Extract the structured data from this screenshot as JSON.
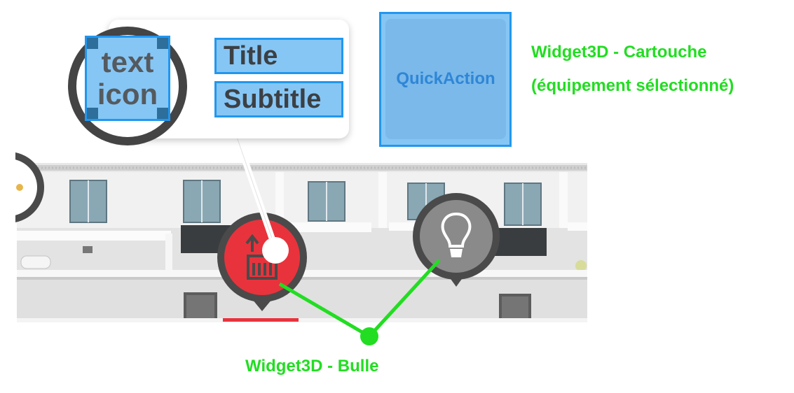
{
  "cartouche": {
    "icon_line1": "text",
    "icon_line2": "icon",
    "title": "Title",
    "subtitle": "Subtitle"
  },
  "quick_action": {
    "label": "QuickAction"
  },
  "labels": {
    "cartouche_line1": "Widget3D - Cartouche",
    "cartouche_line2": "(équipement sélectionné)",
    "bulle": "Widget3D - Bulle"
  },
  "colors": {
    "annotation_green": "#22dd22",
    "highlight_blue": "#2197f0",
    "highlight_fill": "#86c6f5",
    "selected_bubble_red": "#e8333c",
    "bubble_ring_dark": "#555555"
  },
  "icons": {
    "selected_bubble": "meter-upload-icon",
    "other_bubble": "lightbulb-icon"
  }
}
